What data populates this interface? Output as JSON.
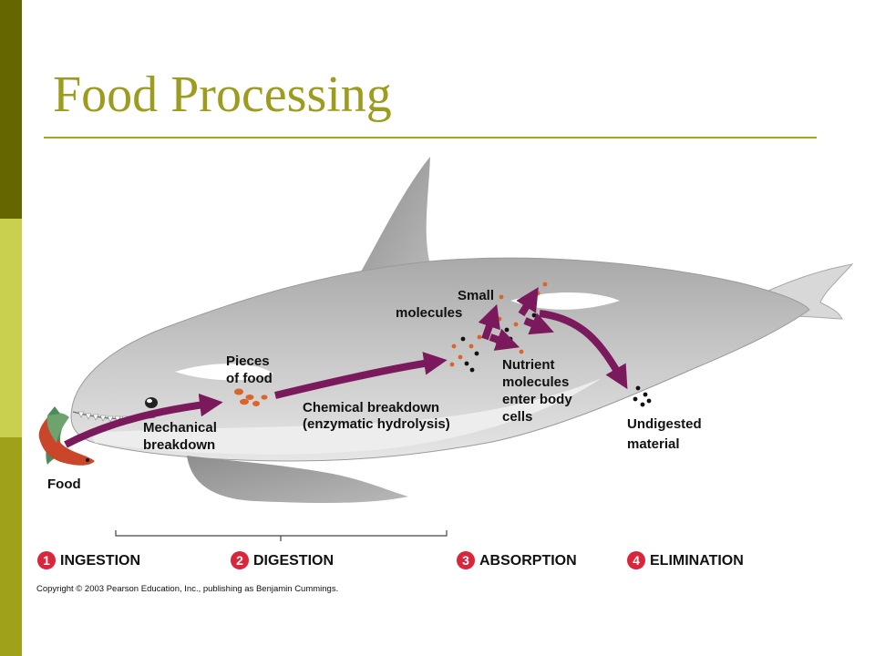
{
  "slide": {
    "title": "Food Processing",
    "colors": {
      "title": "#9c9c1e",
      "rule": "#a5a525",
      "bar_top": "#666600",
      "bar_mid": "#c9cf4e",
      "bar_bot": "#9fa11a",
      "arrow": "#7a1a5c",
      "badge": "#d9263a",
      "particle": "#d9652a",
      "molecule_dark": "#111111"
    }
  },
  "diagram": {
    "labels": {
      "food": "Food",
      "mechanical_1": "Mechanical",
      "mechanical_2": "breakdown",
      "pieces_1": "Pieces",
      "pieces_2": "of food",
      "chemical_1": "Chemical breakdown",
      "chemical_2": "(enzymatic hydrolysis)",
      "small_1": "Small",
      "small_2": "molecules",
      "nutrient_1": "Nutrient",
      "nutrient_2": "molecules",
      "nutrient_3": "enter body",
      "nutrient_4": "cells",
      "undigested_1": "Undigested",
      "undigested_2": "material"
    },
    "stages": [
      {
        "number": "1",
        "label": "INGESTION"
      },
      {
        "number": "2",
        "label": "DIGESTION"
      },
      {
        "number": "3",
        "label": "ABSORPTION"
      },
      {
        "number": "4",
        "label": "ELIMINATION"
      }
    ],
    "copyright": "Copyright © 2003 Pearson Education, Inc., publishing as Benjamin Cummings.",
    "icons": [
      "whale-illustration",
      "salmon-illustration",
      "tooth-icon"
    ]
  }
}
